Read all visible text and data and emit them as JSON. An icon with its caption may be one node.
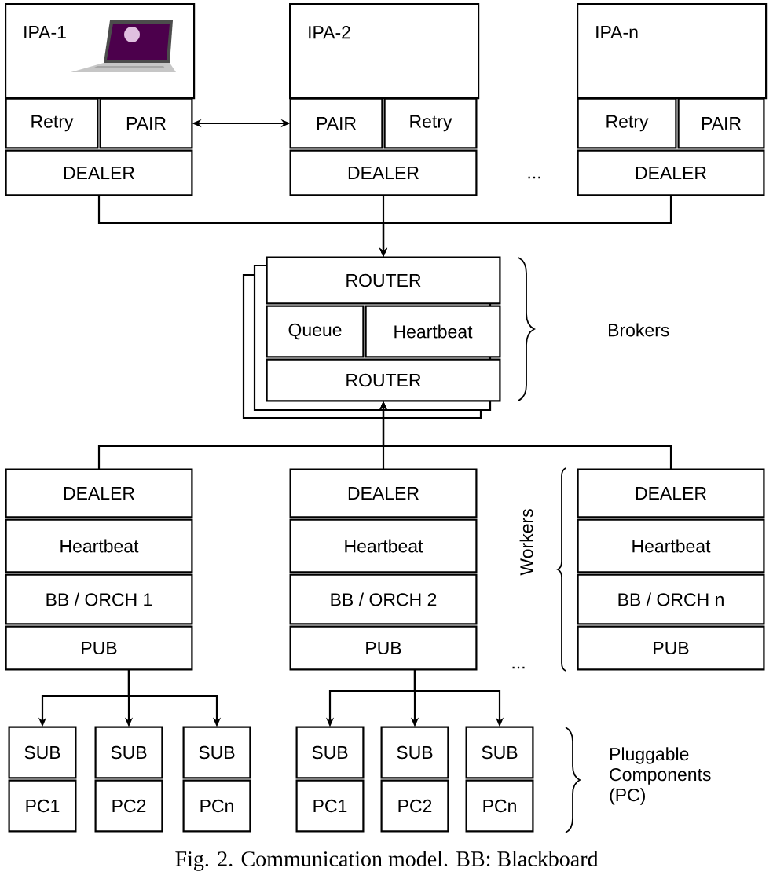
{
  "diagram": {
    "caption": "Fig. 2. Communication model. BB: Blackboard",
    "nodes": [
      {
        "text": [
          "IPA-1"
        ]
      },
      {
        "text": [
          "Retry"
        ]
      },
      {
        "text": [
          "PAIR"
        ]
      },
      {
        "text": [
          "DEALER"
        ]
      },
      {
        "text": [
          "IPA-2"
        ]
      },
      {
        "text": [
          "PAIR"
        ]
      },
      {
        "text": [
          "Retry"
        ]
      },
      {
        "text": [
          "DEALER"
        ]
      },
      {
        "text": [
          "IPA-n"
        ]
      },
      {
        "text": [
          "Retry"
        ]
      },
      {
        "text": [
          "PAIR"
        ]
      },
      {
        "text": [
          "DEALER"
        ]
      },
      {
        "text": [
          "ROUTER"
        ]
      },
      {
        "text": [
          "Queue"
        ]
      },
      {
        "text": [
          "Heartbeat"
        ]
      },
      {
        "text": [
          "ROUTER"
        ]
      },
      {
        "text": [
          "DEALER"
        ]
      },
      {
        "text": [
          "Heartbeat"
        ]
      },
      {
        "text": [
          "BB /  ORCH 1"
        ]
      },
      {
        "text": [
          "PUB"
        ]
      },
      {
        "text": [
          "DEALER"
        ]
      },
      {
        "text": [
          "Heartbeat"
        ]
      },
      {
        "text": [
          "BB / ORCH  2"
        ]
      },
      {
        "text": [
          "PUB"
        ]
      },
      {
        "text": [
          "DEALER"
        ]
      },
      {
        "text": [
          "Heartbeat"
        ]
      },
      {
        "text": [
          "BB / ORCH  n"
        ]
      },
      {
        "text": [
          "PUB"
        ]
      },
      {
        "text": [
          "SUB"
        ]
      },
      {
        "text": [
          "PC1"
        ]
      },
      {
        "text": [
          "SUB"
        ]
      },
      {
        "text": [
          "PC2"
        ]
      },
      {
        "text": [
          "SUB"
        ]
      },
      {
        "text": [
          "PCn"
        ]
      },
      {
        "text": [
          "SUB"
        ]
      },
      {
        "text": [
          "PC1"
        ]
      },
      {
        "text": [
          "SUB"
        ]
      },
      {
        "text": [
          "PC2"
        ]
      },
      {
        "text": [
          "SUB"
        ]
      },
      {
        "text": [
          "PCn"
        ]
      }
    ],
    "edges": [
      {
        "from": 2,
        "to": 5,
        "arrow": "both"
      },
      {
        "from": 3,
        "to": 12,
        "arrow": "to"
      },
      {
        "from": 7,
        "to": 12,
        "arrow": "to"
      },
      {
        "from": 11,
        "to": 12,
        "arrow": "to"
      },
      {
        "from": 16,
        "to": 15,
        "arrow": "to"
      },
      {
        "from": 20,
        "to": 15,
        "arrow": "to"
      },
      {
        "from": 24,
        "to": 15,
        "arrow": "to"
      },
      {
        "from": 19,
        "to": 28,
        "arrow": "to"
      },
      {
        "from": 19,
        "to": 30,
        "arrow": "to"
      },
      {
        "from": 19,
        "to": 32,
        "arrow": "to"
      },
      {
        "from": 23,
        "to": 34,
        "arrow": "to"
      },
      {
        "from": 23,
        "to": 36,
        "arrow": "to"
      },
      {
        "from": 23,
        "to": 38,
        "arrow": "to"
      }
    ],
    "labels": [
      "...",
      "Brokers",
      "Workers",
      "...",
      "Pluggable Components (PC)"
    ]
  }
}
